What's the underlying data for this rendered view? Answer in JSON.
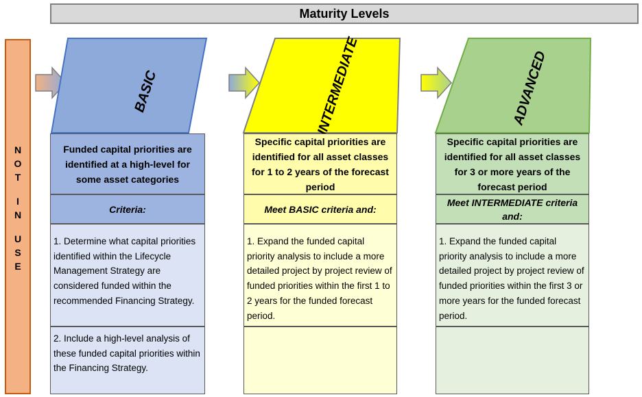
{
  "title": "Maturity Levels",
  "side_label": {
    "word1": [
      "N",
      "O",
      "T"
    ],
    "word2": [
      "I",
      "N"
    ],
    "word3": [
      "U",
      "S",
      "E"
    ]
  },
  "levels": [
    {
      "name": "BASIC",
      "description": "Funded capital priorities are identified at a high-level for some asset categories",
      "criteria": "Criteria:",
      "items": [
        "1. Determine what capital priorities identified within the Lifecycle Management Strategy are considered funded within the recommended Financing Strategy.",
        "2. Include a high-level analysis of these funded capital priorities within the Financing Strategy."
      ],
      "colors": {
        "header": "#8eaadb",
        "cell": "#9db3e0",
        "body": "#dbe3f4"
      }
    },
    {
      "name": "INTERMEDIATE",
      "description": "Specific capital priorities are identified for all asset classes for 1 to 2 years of the forecast period",
      "criteria": "Meet BASIC criteria and:",
      "items": [
        "1. Expand the funded capital priority analysis to include a more detailed project by project review of funded priorities within the first 1 to 2 years for the funded forecast period."
      ],
      "colors": {
        "header": "#ffff00",
        "cell": "#fffcab",
        "body": "#ffffd5"
      }
    },
    {
      "name": "ADVANCED",
      "description": "Specific capital priorities are identified for all asset classes for 3 or more years of the forecast period",
      "criteria": "Meet INTERMEDIATE criteria and:",
      "items": [
        "1. Expand the funded capital priority analysis to include a more detailed project by project review of funded priorities within the first 3 or more years for the funded forecast period."
      ],
      "colors": {
        "header": "#a9d18e",
        "cell": "#c3dfb7",
        "body": "#e5f0df"
      }
    }
  ]
}
